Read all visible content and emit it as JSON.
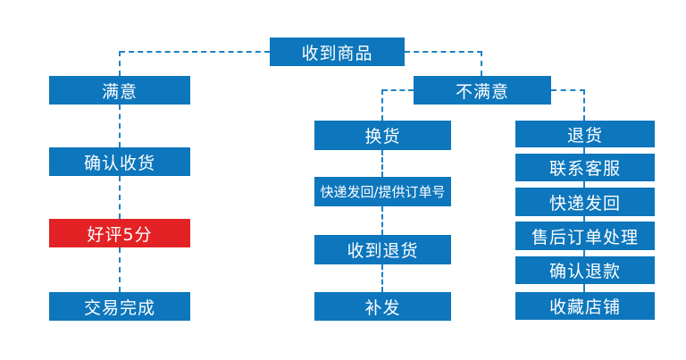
{
  "diagram": {
    "type": "flowchart",
    "nodes": {
      "received_goods": {
        "label": "收到商品"
      },
      "satisfied": {
        "label": "满意"
      },
      "confirm_receipt": {
        "label": "确认收货"
      },
      "five_star_review": {
        "label": "好评5分",
        "highlight": "red"
      },
      "transaction_complete": {
        "label": "交易完成"
      },
      "unsatisfied": {
        "label": "不满意"
      },
      "exchange_goods": {
        "label": "换货"
      },
      "ship_back_provide_order_no": {
        "label": "快递发回/提供订单号"
      },
      "return_received": {
        "label": "收到退货"
      },
      "reship": {
        "label": "补发"
      },
      "return_goods": {
        "label": "退货"
      },
      "contact_customer_service": {
        "label": "联系客服"
      },
      "ship_back": {
        "label": "快递发回"
      },
      "aftersales_order_processing": {
        "label": "售后订单处理"
      },
      "confirm_refund": {
        "label": "确认退款"
      },
      "favorite_shop": {
        "label": "收藏店铺"
      }
    }
  },
  "colors": {
    "node_blue": "#0d76bc",
    "node_red": "#e32226",
    "line_blue": "#1e82c4",
    "text_white": "#ffffff",
    "background": "#ffffff"
  }
}
